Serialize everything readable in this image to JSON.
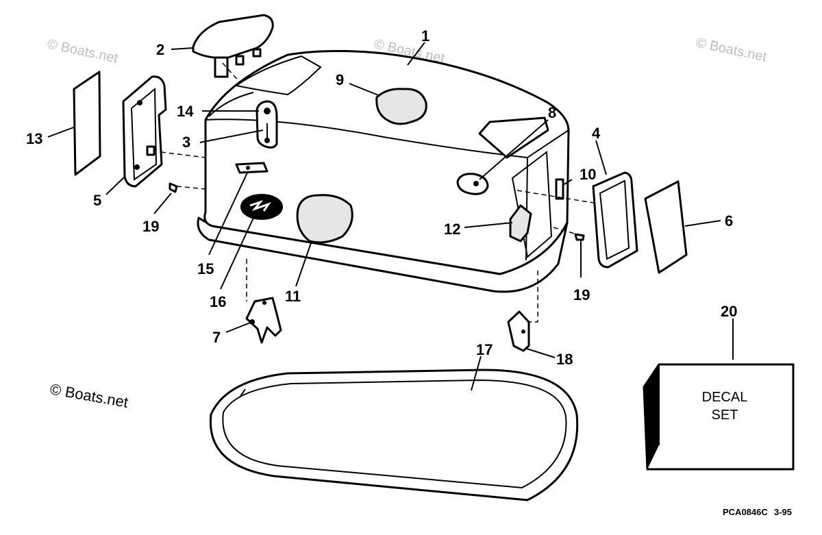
{
  "callouts": {
    "c1": "1",
    "c2": "2",
    "c3": "3",
    "c4": "4",
    "c5": "5",
    "c6": "6",
    "c7": "7",
    "c8": "8",
    "c9": "9",
    "c10": "10",
    "c11": "11",
    "c12": "12",
    "c13": "13",
    "c14": "14",
    "c15": "15",
    "c16": "16",
    "c17": "17",
    "c18": "18",
    "c19a": "19",
    "c19b": "19",
    "c20": "20"
  },
  "decal": {
    "line1": "DECAL",
    "line2": "SET"
  },
  "watermark": {
    "main": "© Boats.net",
    "faint": "© Boats.net"
  },
  "figure_code": "PCA0846C",
  "figure_date": "3-95"
}
